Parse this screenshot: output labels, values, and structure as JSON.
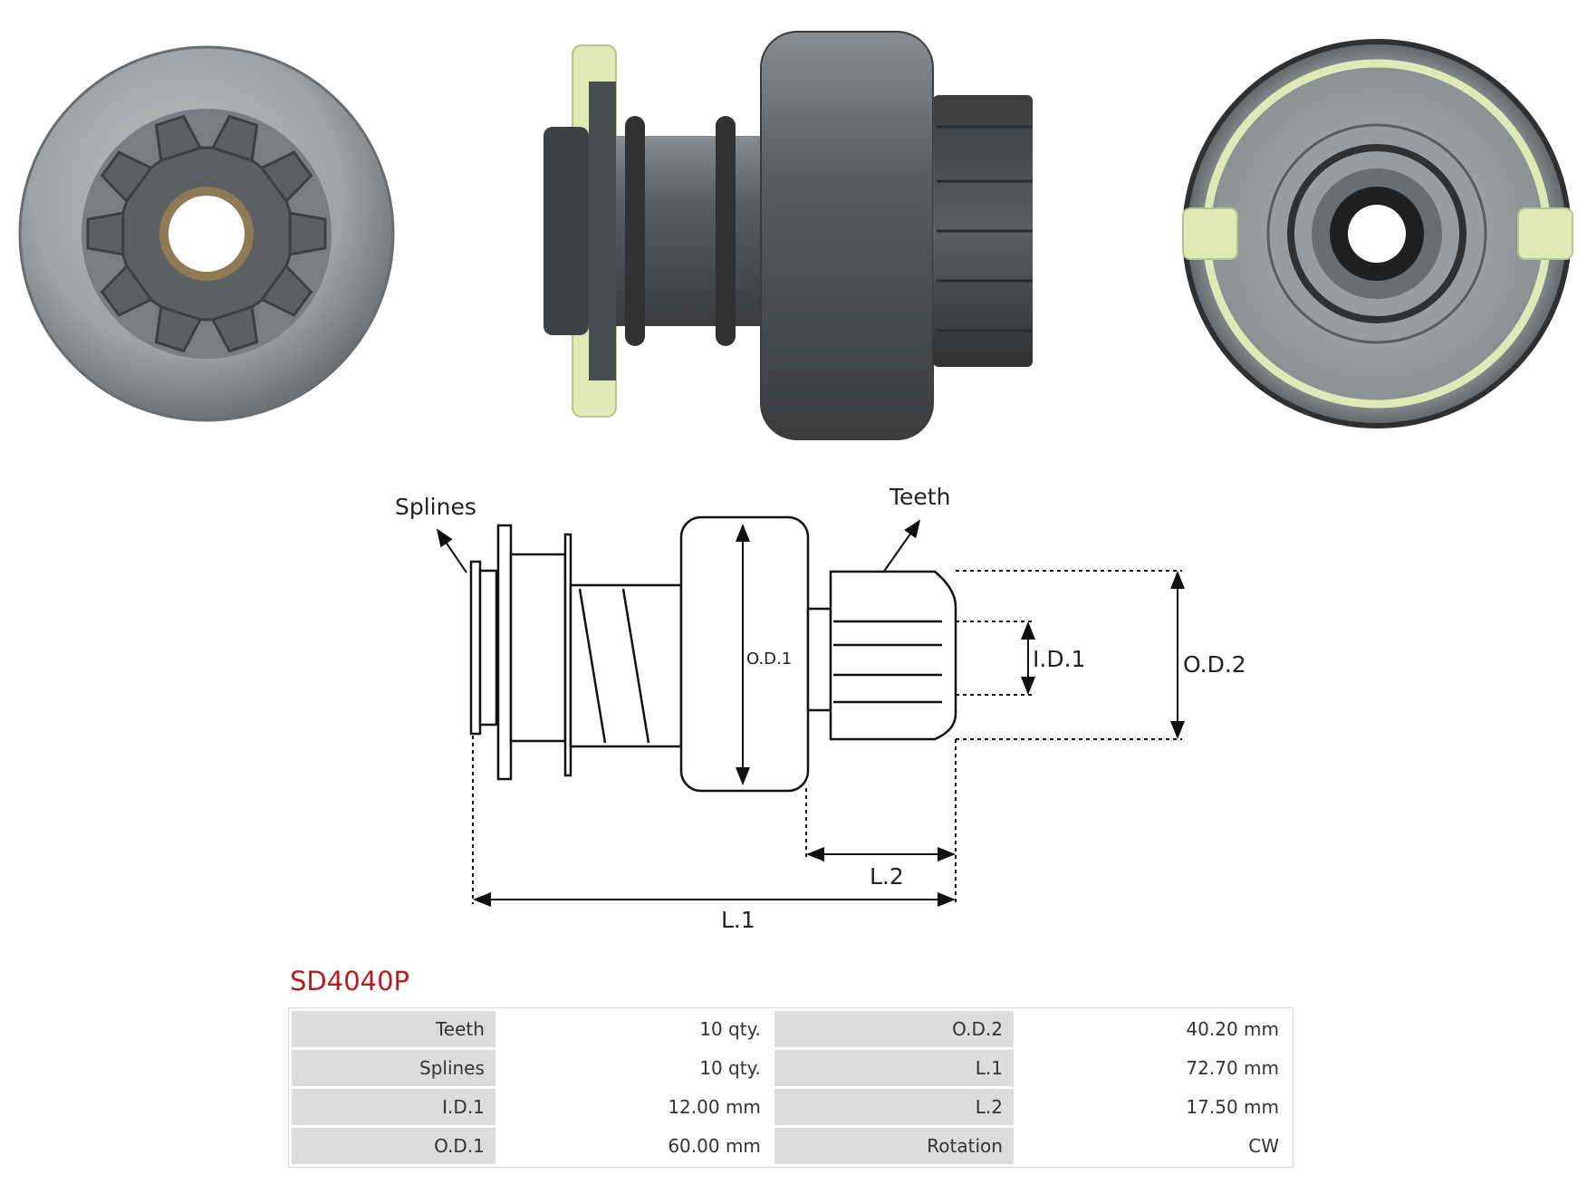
{
  "diagram": {
    "labels": {
      "splines": "Splines",
      "teeth": "Teeth",
      "od1": "O.D.1",
      "id1": "I.D.1",
      "od2": "O.D.2",
      "l2": "L.2",
      "l1": "L.1"
    }
  },
  "part": {
    "title": "SD4040P"
  },
  "specs": {
    "rows": [
      {
        "label_a": "Teeth",
        "value_a": "10 qty.",
        "label_b": "O.D.2",
        "value_b": "40.20 mm"
      },
      {
        "label_a": "Splines",
        "value_a": "10 qty.",
        "label_b": "L.1",
        "value_b": "72.70 mm"
      },
      {
        "label_a": "I.D.1",
        "value_a": "12.00 mm",
        "label_b": "L.2",
        "value_b": "17.50 mm"
      },
      {
        "label_a": "O.D.1",
        "value_a": "60.00 mm",
        "label_b": "Rotation",
        "value_b": "CW"
      }
    ]
  },
  "colors": {
    "title_red": "#b71c1c",
    "table_label_bg": "#dcdcdc",
    "metal_dark": "#4a4d4f",
    "metal_light": "#a8aaac",
    "plastic_green": "#dfe9b8"
  }
}
